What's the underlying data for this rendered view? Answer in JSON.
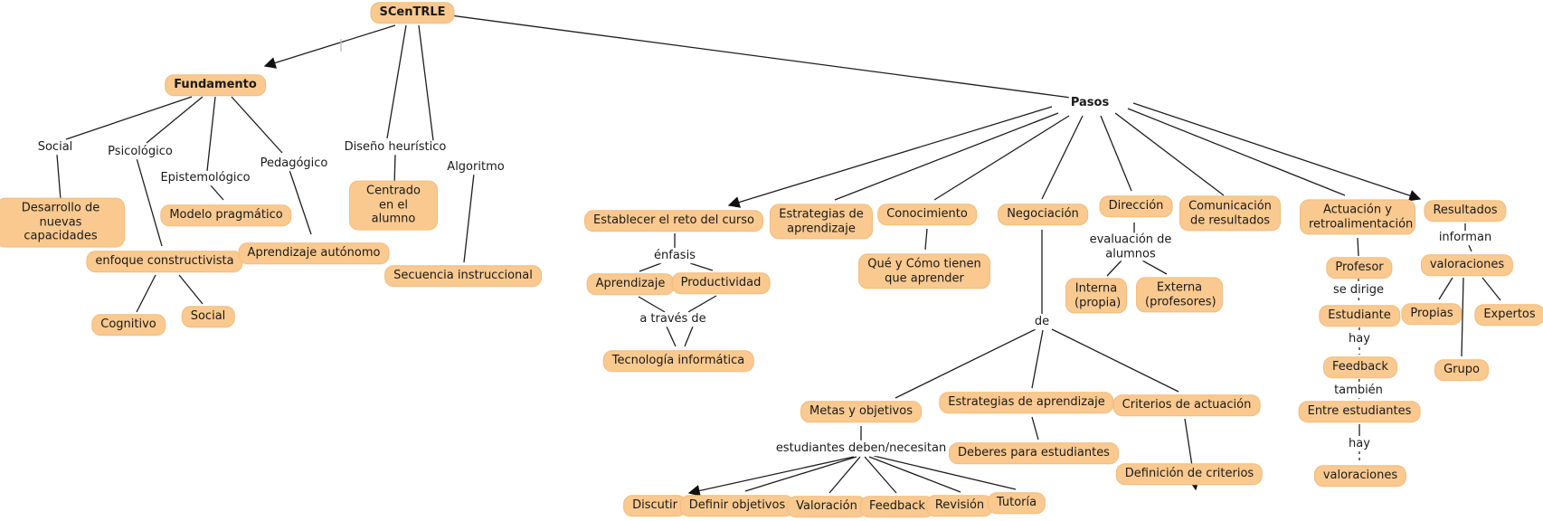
{
  "map": {
    "title": "SCenTRLE",
    "colors": {
      "node_fill": "#f9c98f",
      "node_border": "#f3bc7c",
      "line": "#1e1e1e",
      "text": "#1a1a1a"
    }
  },
  "nodes": {
    "scentrle": "SCenTRLE",
    "fundamento": "Fundamento",
    "desarrollo": "Desarrollo de nuevas capacidades",
    "modelo_pragmatico": "Modelo pragmático",
    "enfoque_constructivista": "enfoque constructivista",
    "cognitivo": "Cognitivo",
    "social": "Social",
    "aprendizaje_autonomo": "Aprendizaje autónomo",
    "centrado_alumno": "Centrado en el alumno",
    "secuencia_instruccional": "Secuencia instruccional",
    "establecer_reto": "Establecer el reto del curso",
    "aprendizaje": "Aprendizaje",
    "productividad": "Productividad",
    "tecnologia_informatica": "Tecnología informática",
    "estrategias_top": "Estrategias de aprendizaje",
    "conocimiento": "Conocimiento",
    "que_como": "Qué y Cómo tienen que aprender",
    "negociacion": "Negociación",
    "direccion": "Dirección",
    "interna": "Interna (propia)",
    "externa": "Externa (profesores)",
    "comunicacion": "Comunicación de resultados",
    "actuacion": "Actuación y retroalimentación",
    "resultados": "Resultados",
    "metas": "Metas y objetivos",
    "estrategias_mid": "Estrategias de aprendizaje",
    "deberes": "Deberes para estudiantes",
    "criterios": "Criterios de actuación",
    "definicion": "Definición de criterios",
    "discutir": "Discutir",
    "definir": "Definir objetivos",
    "valoracion": "Valoración",
    "feedback_task": "Feedback",
    "revision": "Revisión",
    "tutoria": "Tutoría",
    "profesor": "Profesor",
    "estudiante": "Estudiante",
    "feedback_chain": "Feedback",
    "entre_estudiantes": "Entre estudiantes",
    "valoraciones_bottom": "valoraciones",
    "valoraciones_right": "valoraciones",
    "propias": "Propias",
    "expertos": "Expertos",
    "grupo": "Grupo"
  },
  "phrases": {
    "pasos": "Pasos",
    "social": "Social",
    "psicologico": "Psicológico",
    "epistemologico": "Epistemológico",
    "pedagogico": "Pedagógico",
    "diseno_heuristico": "Diseño heurístico",
    "algoritmo": "Algoritmo",
    "enfasis": "énfasis",
    "a_traves_de": "a través de",
    "de": "de",
    "evaluacion_alumnos": "evaluación de alumnos",
    "estudiantes_deben": "estudiantes deben/necesitan",
    "se_dirige": "se dirige",
    "hay1": "hay",
    "tambien": "también",
    "hay2": "hay",
    "informan": "informan"
  },
  "edges": [
    {
      "from": "scentrle",
      "to": "fundamento",
      "arrow": true
    },
    {
      "from": "scentrle",
      "to": "pasos",
      "arrow": false
    },
    {
      "from": "scentrle",
      "phrase": "diseno_heuristico",
      "to": "centrado_alumno"
    },
    {
      "from": "scentrle",
      "phrase": "algoritmo",
      "to": "secuencia_instruccional"
    },
    {
      "from": "fundamento",
      "phrase": "social",
      "to": "desarrollo"
    },
    {
      "from": "fundamento",
      "phrase": "psicologico",
      "to": "enfoque_constructivista"
    },
    {
      "from": "fundamento",
      "phrase": "epistemologico",
      "to": "modelo_pragmatico"
    },
    {
      "from": "fundamento",
      "phrase": "pedagogico",
      "to": "aprendizaje_autonomo"
    },
    {
      "from": "enfoque_constructivista",
      "to": "cognitivo"
    },
    {
      "from": "enfoque_constructivista",
      "to": "social"
    },
    {
      "from": "pasos",
      "to": "establecer_reto",
      "arrow": true
    },
    {
      "from": "pasos",
      "to": "estrategias_top"
    },
    {
      "from": "pasos",
      "to": "conocimiento"
    },
    {
      "from": "pasos",
      "to": "negociacion"
    },
    {
      "from": "pasos",
      "to": "direccion"
    },
    {
      "from": "pasos",
      "to": "comunicacion"
    },
    {
      "from": "pasos",
      "to": "actuacion"
    },
    {
      "from": "pasos",
      "to": "resultados",
      "arrow": true
    },
    {
      "from": "establecer_reto",
      "phrase": "enfasis",
      "to": "aprendizaje"
    },
    {
      "from": "establecer_reto",
      "phrase": "enfasis",
      "to": "productividad"
    },
    {
      "from": "aprendizaje",
      "phrase": "a_traves_de",
      "to": "tecnologia_informatica"
    },
    {
      "from": "productividad",
      "phrase": "a_traves_de",
      "to": "tecnologia_informatica"
    },
    {
      "from": "conocimiento",
      "to": "que_como"
    },
    {
      "from": "negociacion",
      "phrase": "de",
      "to": "metas"
    },
    {
      "from": "negociacion",
      "phrase": "de",
      "to": "estrategias_mid"
    },
    {
      "from": "negociacion",
      "phrase": "de",
      "to": "criterios"
    },
    {
      "from": "direccion",
      "phrase": "evaluacion_alumnos",
      "to": "interna"
    },
    {
      "from": "direccion",
      "phrase": "evaluacion_alumnos",
      "to": "externa"
    },
    {
      "from": "metas",
      "phrase": "estudiantes_deben",
      "to": "discutir",
      "arrow": true
    },
    {
      "from": "metas",
      "phrase": "estudiantes_deben",
      "to": "definir"
    },
    {
      "from": "metas",
      "phrase": "estudiantes_deben",
      "to": "valoracion"
    },
    {
      "from": "metas",
      "phrase": "estudiantes_deben",
      "to": "feedback_task"
    },
    {
      "from": "metas",
      "phrase": "estudiantes_deben",
      "to": "revision"
    },
    {
      "from": "metas",
      "phrase": "estudiantes_deben",
      "to": "tutoria"
    },
    {
      "from": "estrategias_mid",
      "to": "deberes"
    },
    {
      "from": "criterios",
      "to": "definicion",
      "arrow": true
    },
    {
      "from": "actuacion",
      "to": "profesor"
    },
    {
      "from": "profesor",
      "phrase": "se_dirige",
      "to": "estudiante"
    },
    {
      "from": "estudiante",
      "phrase": "hay1",
      "to": "feedback_chain"
    },
    {
      "from": "feedback_chain",
      "phrase": "tambien",
      "to": "entre_estudiantes"
    },
    {
      "from": "entre_estudiantes",
      "phrase": "hay2",
      "to": "valoraciones_bottom"
    },
    {
      "from": "resultados",
      "phrase": "informan",
      "to": "valoraciones_right"
    },
    {
      "from": "valoraciones_right",
      "to": "propias"
    },
    {
      "from": "valoraciones_right",
      "to": "expertos"
    },
    {
      "from": "valoraciones_right",
      "to": "grupo"
    }
  ]
}
